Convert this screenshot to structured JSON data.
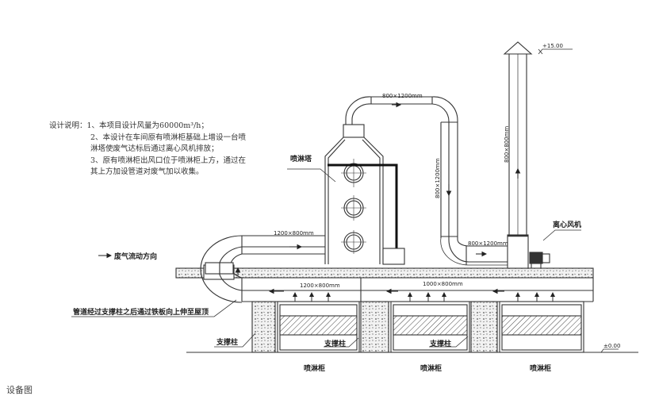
{
  "notes": {
    "title": "设计说明：",
    "lines": [
      "1、本项目设计风量为60000m³/h；",
      "2、本设计在车间原有喷淋柜基础上增设一台喷",
      "淋塔使废气达标后通过离心风机排放；",
      "3、原有喷淋柜出风口位于喷淋柜上方，通过在",
      "其上方加设管道对废气加以收集。"
    ]
  },
  "legend": {
    "flow_direction": "废气流动方向"
  },
  "labels": {
    "tower": "喷淋塔",
    "fan": "离心风机",
    "elev_top": "+15.00",
    "elev_ground": "±0.00",
    "pipe_note": "管道经过支撑柱之后通过铁板向上伸至屋顶",
    "support": [
      "支撑柱",
      "支撑柱",
      "支撑柱"
    ],
    "cabinet": [
      "喷淋柜",
      "喷淋柜",
      "喷淋柜"
    ]
  },
  "dimensions": {
    "top_duct": "800×1200mm",
    "down_duct": "800×1200mm",
    "fan_duct": "800×1200mm",
    "stack": "800×800mm",
    "inlet_duct": "1200×800mm",
    "lower_duct_a": "1200×800mm",
    "lower_duct_b": "1000×800mm"
  },
  "caption": "设备图"
}
